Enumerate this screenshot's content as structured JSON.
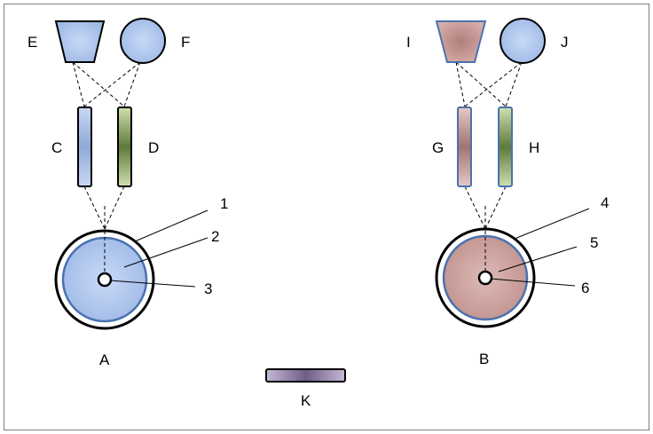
{
  "labels": {
    "E": "E",
    "F": "F",
    "C": "C",
    "D": "D",
    "A": "A",
    "I": "I",
    "J": "J",
    "G": "G",
    "H": "H",
    "B": "B",
    "K": "K",
    "n1": "1",
    "n2": "2",
    "n3": "3",
    "n4": "4",
    "n5": "5",
    "n6": "6"
  },
  "colors": {
    "blue_fill": "#a9c3ec",
    "blue_center": "#c9d9f5",
    "rose_fill": "#c99c98",
    "rose_center": "#dcbab6",
    "green_fill": "#8fa86a",
    "purple_fill": "#8b7ba0",
    "blue_outline": "#4a72b0",
    "black_outline": "#000000"
  }
}
